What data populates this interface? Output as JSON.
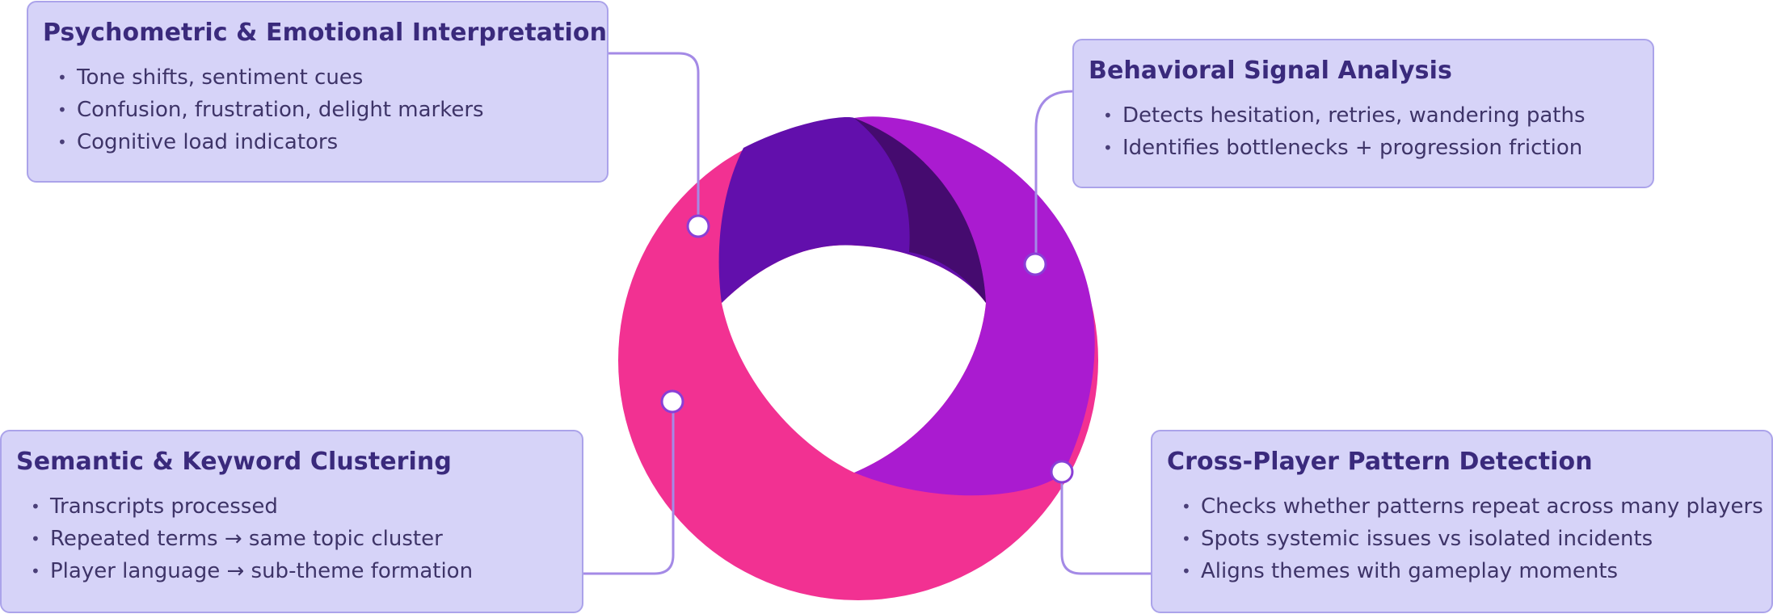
{
  "colors": {
    "card_bg": "#d6d3f8",
    "card_border": "#aba3ea",
    "title": "#3a2a7c",
    "connector": "#a48ae6",
    "pink": "#f23192",
    "purple_dark": "#620fac",
    "purple_darkest": "#450b6f",
    "magenta": "#aa1bd0"
  },
  "cards": {
    "psych": {
      "title": "Psychometric & Emotional Interpretation",
      "items": [
        "Tone shifts, sentiment cues",
        "Confusion, frustration, delight markers",
        "Cognitive load indicators"
      ]
    },
    "behav": {
      "title": "Behavioral Signal Analysis",
      "items": [
        "Detects hesitation, retries, wandering paths",
        "Identifies bottlenecks + progression friction"
      ]
    },
    "sem": {
      "title": "Semantic & Keyword Clustering",
      "items": [
        "Transcripts processed",
        "Repeated terms → same topic cluster",
        "Player language → sub-theme formation"
      ]
    },
    "cross": {
      "title": "Cross-Player Pattern Detection",
      "items": [
        "Checks whether patterns repeat across many players",
        "Spots systemic issues vs isolated incidents",
        "Aligns themes with gameplay moments"
      ]
    }
  }
}
